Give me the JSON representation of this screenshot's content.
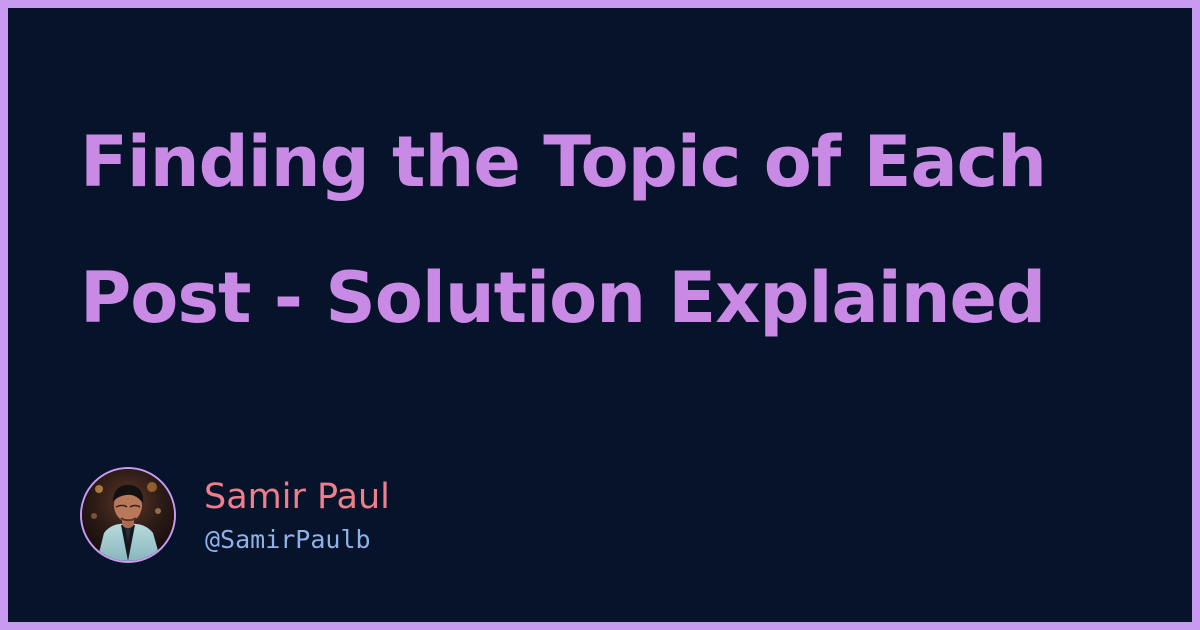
{
  "card": {
    "title_lines": [
      "Finding the Topic of Each",
      "Post - Solution Explained"
    ]
  },
  "author": {
    "name": "Samir Paul",
    "handle": "@SamirPaulb",
    "avatar_icon": "author-photo-icon"
  },
  "colors": {
    "background": "#06132a",
    "border": "#c89af0",
    "title": "#c98ae6",
    "name": "#ee7f8a",
    "handle": "#8fb3e8"
  }
}
